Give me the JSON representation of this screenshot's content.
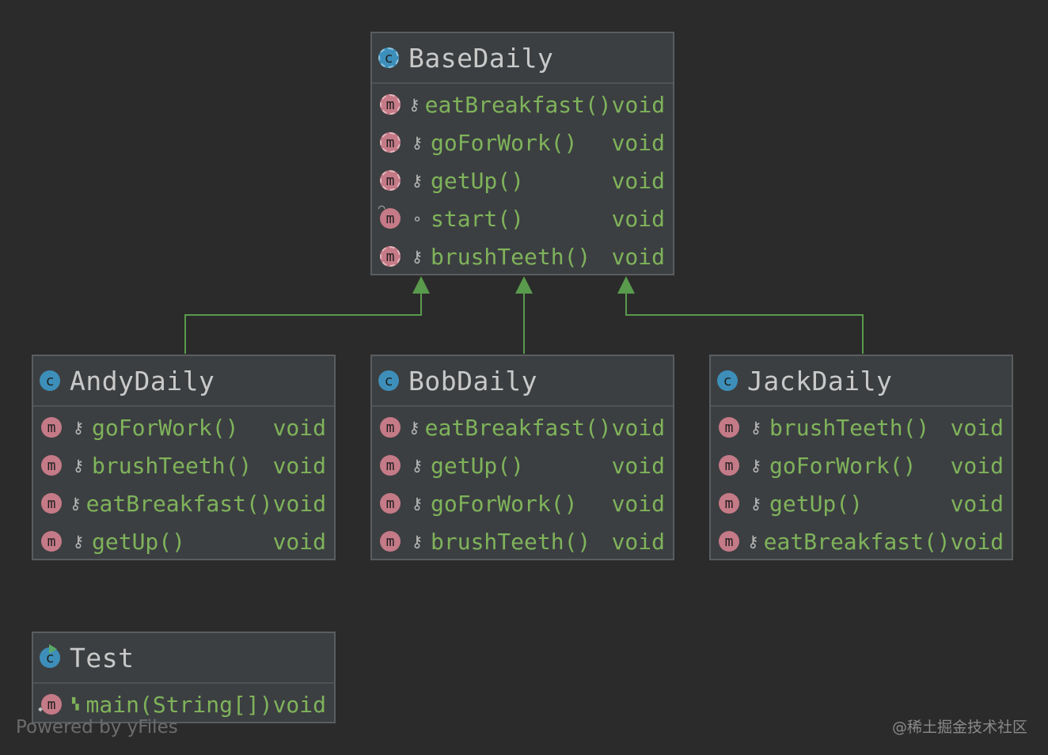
{
  "colors": {
    "background": "#2b2b2b",
    "box": "#3c3f41",
    "border": "#5a5d60",
    "class_name": "#c9c9c9",
    "method_text": "#7fb35b",
    "class_badge": "#3d8fba",
    "method_badge": "#c57a87",
    "inheritance_edge": "#5a9a4c"
  },
  "classes": {
    "base": {
      "name": "BaseDaily",
      "badge": "c",
      "abstract": true,
      "methods": [
        {
          "name": "eatBreakfast()",
          "type": "void",
          "visibility": "protected",
          "abstract": true
        },
        {
          "name": "goForWork()",
          "type": "void",
          "visibility": "protected",
          "abstract": true
        },
        {
          "name": "getUp()",
          "type": "void",
          "visibility": "protected",
          "abstract": true
        },
        {
          "name": "start()",
          "type": "void",
          "visibility": "package",
          "abstract": false
        },
        {
          "name": "brushTeeth()",
          "type": "void",
          "visibility": "protected",
          "abstract": true
        }
      ]
    },
    "andy": {
      "name": "AndyDaily",
      "badge": "c",
      "abstract": false,
      "methods": [
        {
          "name": "goForWork()",
          "type": "void",
          "visibility": "protected"
        },
        {
          "name": "brushTeeth()",
          "type": "void",
          "visibility": "protected"
        },
        {
          "name": "eatBreakfast()",
          "type": "void",
          "visibility": "protected"
        },
        {
          "name": "getUp()",
          "type": "void",
          "visibility": "protected"
        }
      ]
    },
    "bob": {
      "name": "BobDaily",
      "badge": "c",
      "abstract": false,
      "methods": [
        {
          "name": "eatBreakfast()",
          "type": "void",
          "visibility": "protected"
        },
        {
          "name": "getUp()",
          "type": "void",
          "visibility": "protected"
        },
        {
          "name": "goForWork()",
          "type": "void",
          "visibility": "protected"
        },
        {
          "name": "brushTeeth()",
          "type": "void",
          "visibility": "protected"
        }
      ]
    },
    "jack": {
      "name": "JackDaily",
      "badge": "c",
      "abstract": false,
      "methods": [
        {
          "name": "brushTeeth()",
          "type": "void",
          "visibility": "protected"
        },
        {
          "name": "goForWork()",
          "type": "void",
          "visibility": "protected"
        },
        {
          "name": "getUp()",
          "type": "void",
          "visibility": "protected"
        },
        {
          "name": "eatBreakfast()",
          "type": "void",
          "visibility": "protected"
        }
      ]
    },
    "test": {
      "name": "Test",
      "badge": "c",
      "abstract": false,
      "runnable": true,
      "methods": [
        {
          "name": "main(String[])",
          "type": "void",
          "visibility": "public",
          "static": true
        }
      ]
    }
  },
  "edges": [
    {
      "from": "AndyDaily",
      "to": "BaseDaily",
      "kind": "extends"
    },
    {
      "from": "BobDaily",
      "to": "BaseDaily",
      "kind": "extends"
    },
    {
      "from": "JackDaily",
      "to": "BaseDaily",
      "kind": "extends"
    }
  ],
  "footer": {
    "powered_by": "Powered by yFiles",
    "watermark": "@稀土掘金技术社区"
  }
}
